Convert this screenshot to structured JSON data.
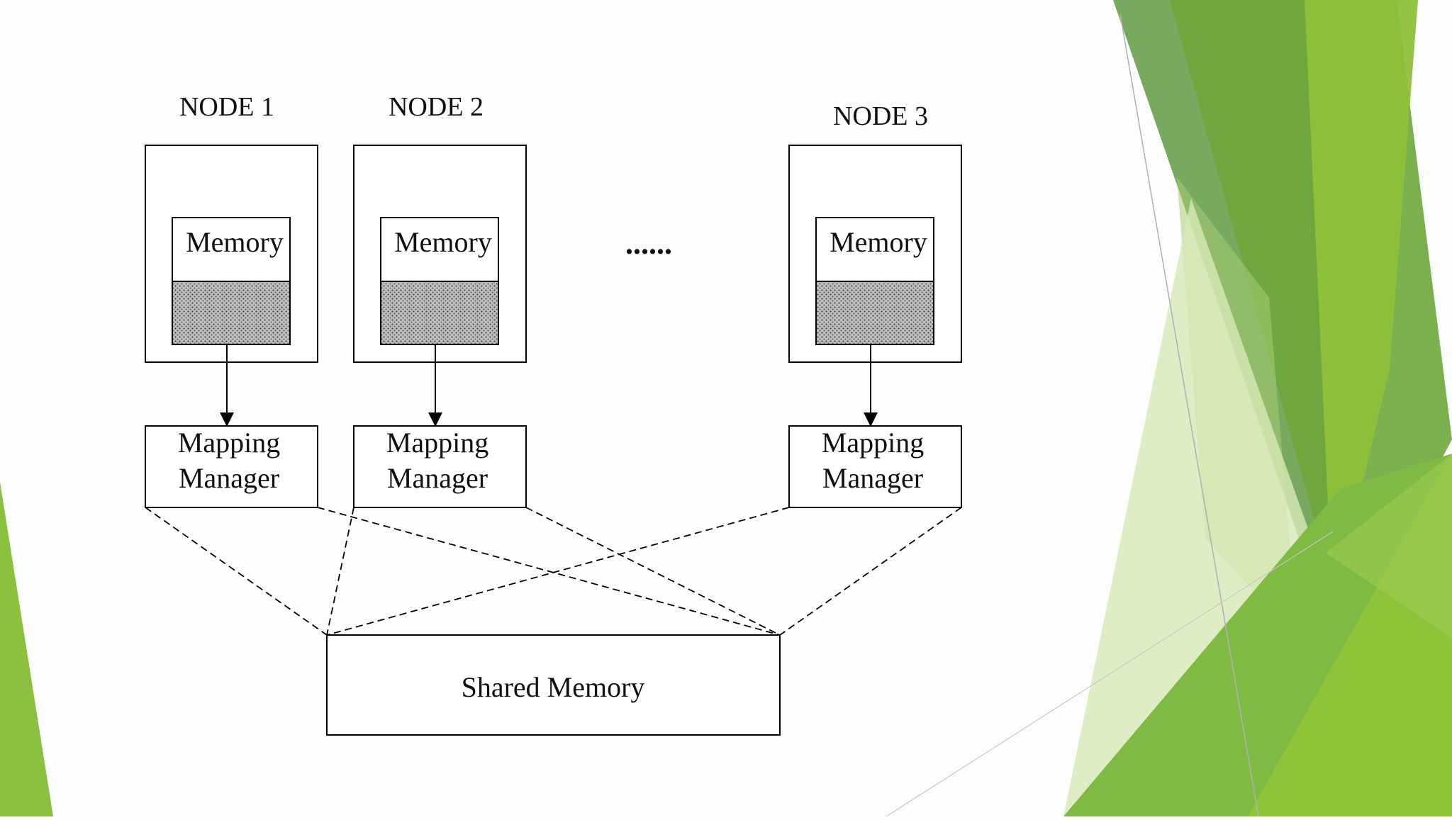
{
  "diagram": {
    "nodes": [
      {
        "title": "NODE 1",
        "memory_label": "Memory",
        "manager_line1": "Mapping",
        "manager_line2": "Manager"
      },
      {
        "title": "NODE 2",
        "memory_label": "Memory",
        "manager_line1": "Mapping",
        "manager_line2": "Manager"
      },
      {
        "title": "NODE 3",
        "memory_label": "Memory",
        "manager_line1": "Mapping",
        "manager_line2": "Manager"
      }
    ],
    "ellipsis": "......",
    "shared_memory_label": "Shared Memory"
  },
  "theme": {
    "accent_dark_green": "#5e9a3b",
    "accent_green": "#79b43a",
    "accent_light_green": "#b6d77f",
    "accent_pale_green": "#e3efcd",
    "line_color": "#000000"
  }
}
